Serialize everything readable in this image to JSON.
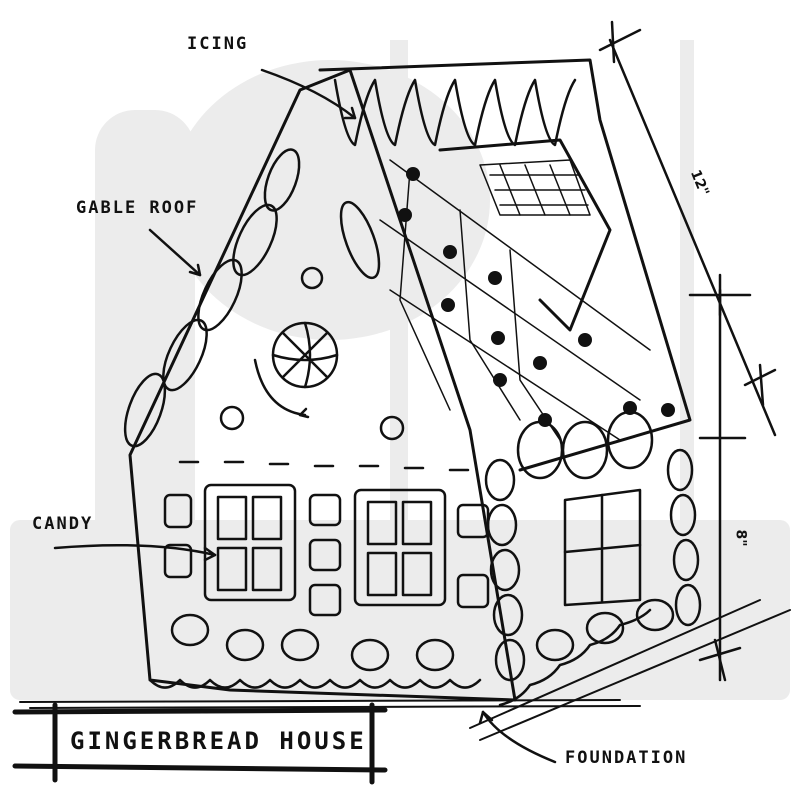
{
  "illustration": {
    "title": "GINGERBREAD HOUSE",
    "subject": "gingerbread house sketch",
    "ink_color": "#111111",
    "background_color": "#ffffff",
    "watermark_color": "#ececec"
  },
  "labels": {
    "icing": "ICING",
    "gable_roof": "GABLE ROOF",
    "candy": "CANDY",
    "foundation": "FOUNDATION"
  },
  "dimensions": {
    "roof_length": "12\"",
    "wall_height": "8\""
  }
}
